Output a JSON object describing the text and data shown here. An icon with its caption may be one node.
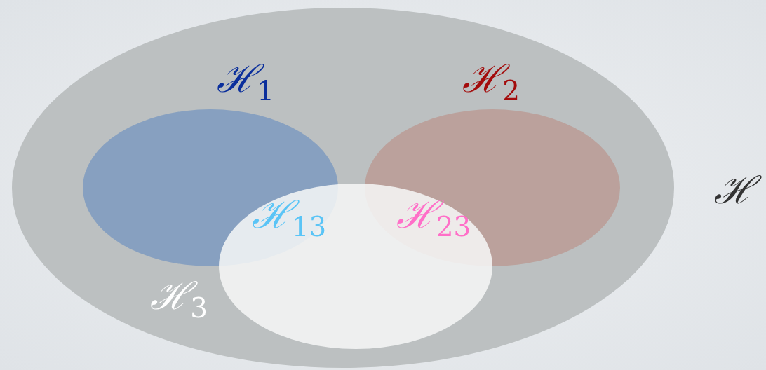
{
  "diagram": {
    "nodes": [
      {
        "text": [
          "ℋ"
        ]
      },
      {
        "text": [
          "ℋ$_{1}$"
        ],
        "in": 0
      },
      {
        "text": [
          "ℋ$_{2}$"
        ],
        "in": 0
      },
      {
        "text": [
          "ℋ$_{3}$"
        ],
        "in": 0
      }
    ],
    "labels": [
      "ℋ$_{13}$",
      "ℋ$_{23}$"
    ]
  }
}
